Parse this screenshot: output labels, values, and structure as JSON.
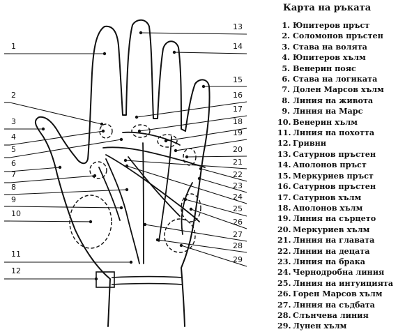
{
  "legend": {
    "title": "Карта на ръката",
    "items": [
      {
        "n": "1.",
        "label": "Юпитеров пръст"
      },
      {
        "n": "2.",
        "label": "Соломонов пръстен"
      },
      {
        "n": "3.",
        "label": "Става на волята"
      },
      {
        "n": "4.",
        "label": "Юпитеров хълм"
      },
      {
        "n": "5.",
        "label": "Венерин пояс"
      },
      {
        "n": "6.",
        "label": "Става на логиката"
      },
      {
        "n": "7.",
        "label": "Долен Марсов хълм"
      },
      {
        "n": "8.",
        "label": "Линия на живота"
      },
      {
        "n": "9.",
        "label": "Линия на Марс"
      },
      {
        "n": "10.",
        "label": "Венерин хълм"
      },
      {
        "n": "11.",
        "label": "Линия на похотта"
      },
      {
        "n": "12.",
        "label": "Гривни"
      },
      {
        "n": "13.",
        "label": "Сатурнов пръстен"
      },
      {
        "n": "14.",
        "label": "Аполонов пръст"
      },
      {
        "n": "15.",
        "label": "Меркуриев пръст"
      },
      {
        "n": "16.",
        "label": "Сатурнов пръстен"
      },
      {
        "n": "17.",
        "label": "Сатурнов хълм"
      },
      {
        "n": "18.",
        "label": "Аполонов хълм"
      },
      {
        "n": "19.",
        "label": "Линия на сърцето"
      },
      {
        "n": "20.",
        "label": "Меркуриев хълм"
      },
      {
        "n": "21.",
        "label": "Линия на главата"
      },
      {
        "n": "22.",
        "label": "Линии на децата"
      },
      {
        "n": "23.",
        "label": "Линия на брака"
      },
      {
        "n": "24.",
        "label": "Чернодробна линия"
      },
      {
        "n": "25.",
        "label": "Линия на интуицията"
      },
      {
        "n": "26.",
        "label": "Горен Марсов хълм"
      },
      {
        "n": "27.",
        "label": "Линия на съдбата"
      },
      {
        "n": "28.",
        "label": "Слънчева линия"
      },
      {
        "n": "29.",
        "label": "Лунен хълм"
      }
    ]
  },
  "diagram": {
    "callout_numbers": [
      "1",
      "2",
      "3",
      "4",
      "5",
      "6",
      "7",
      "8",
      "9",
      "10",
      "11",
      "12",
      "13",
      "14",
      "15",
      "16",
      "17",
      "18",
      "19",
      "20",
      "21",
      "22",
      "23",
      "24",
      "25",
      "26",
      "27",
      "28",
      "29"
    ]
  }
}
